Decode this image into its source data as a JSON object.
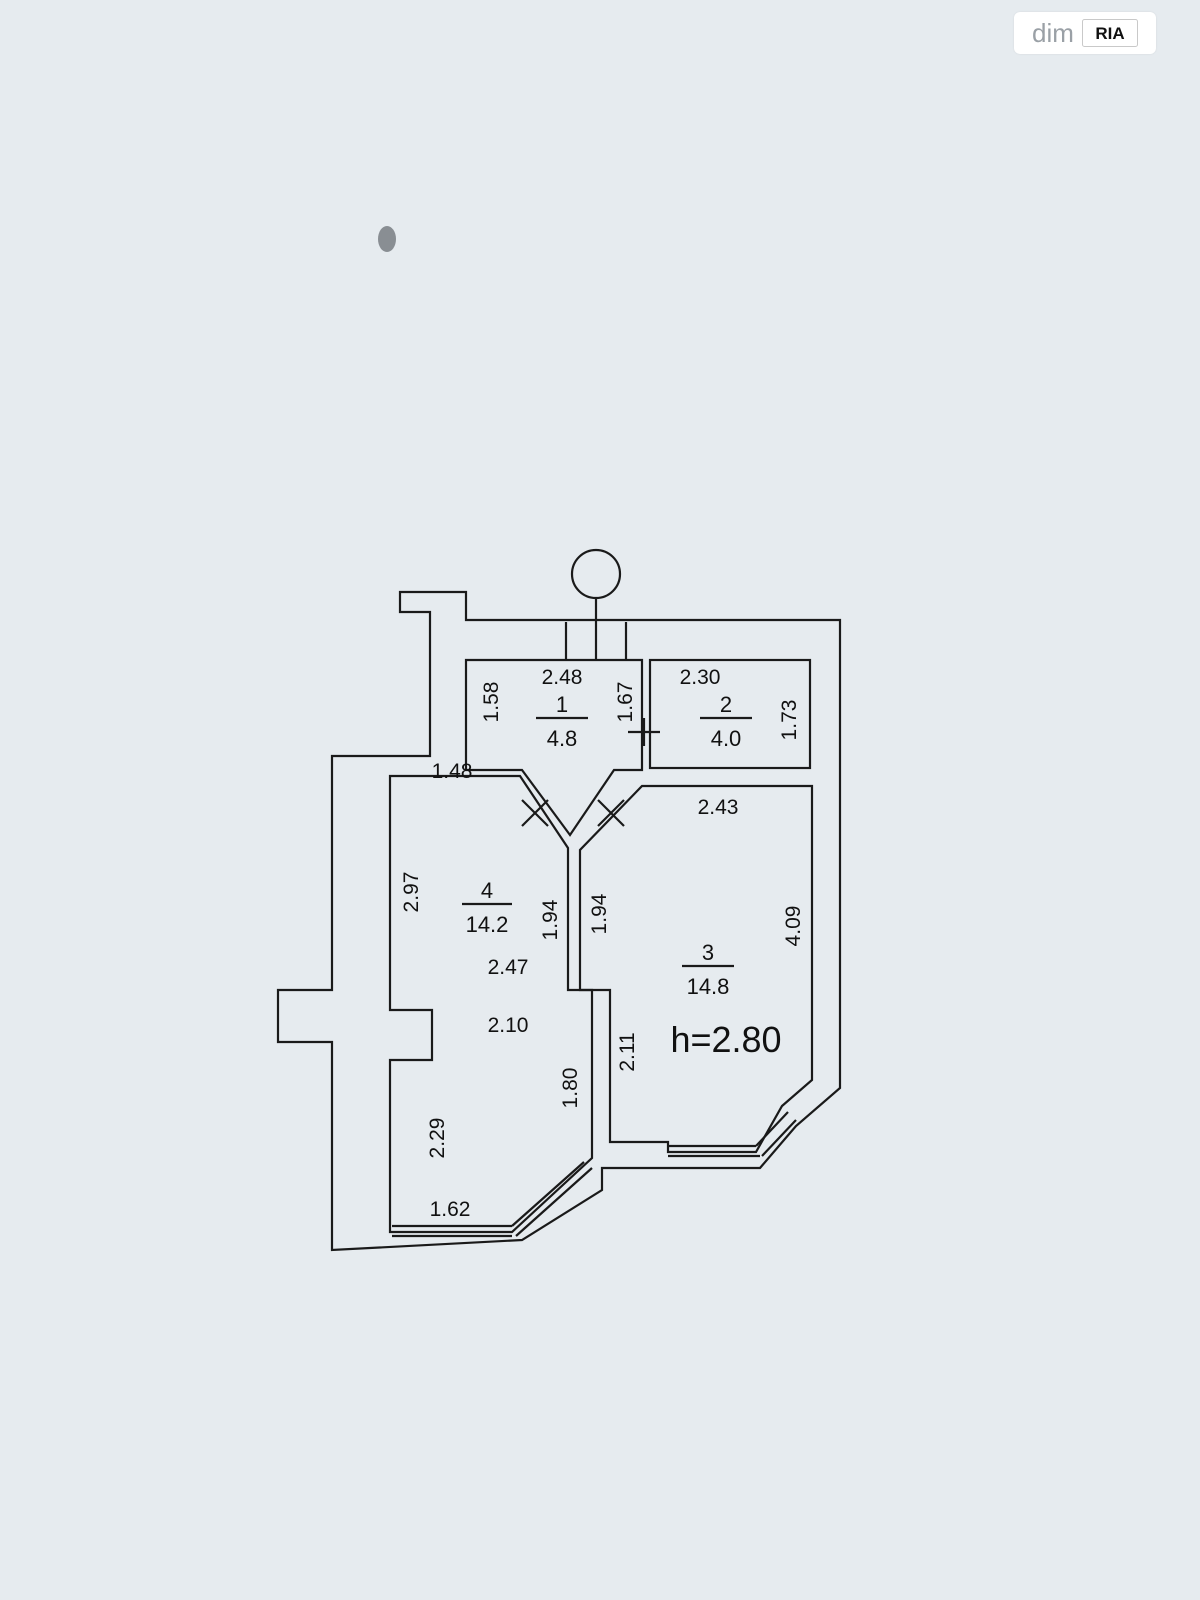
{
  "watermark": {
    "brand_text": "dim",
    "logo_text": "RIA"
  },
  "plan": {
    "ceiling_height": "h=2.80",
    "rooms": [
      {
        "number": "1",
        "area": "4.8"
      },
      {
        "number": "2",
        "area": "4.0"
      },
      {
        "number": "3",
        "area": "14.8"
      },
      {
        "number": "4",
        "area": "14.2"
      }
    ],
    "dimensions": {
      "r1_top": "2.48",
      "r1_left": "1.58",
      "r1_right": "1.67",
      "r2_top": "2.30",
      "r2_right": "1.73",
      "r3_top": "2.43",
      "r3_right": "4.09",
      "r3_left": "1.94",
      "r3_lower_left": "2.11",
      "r4_top": "1.48",
      "r4_left": "2.97",
      "r4_right": "1.94",
      "r4_mid": "2.47",
      "r4_mid2": "2.10",
      "r4_lower_right": "1.80",
      "r4_lower_left": "2.29",
      "r4_bottom": "1.62"
    }
  }
}
